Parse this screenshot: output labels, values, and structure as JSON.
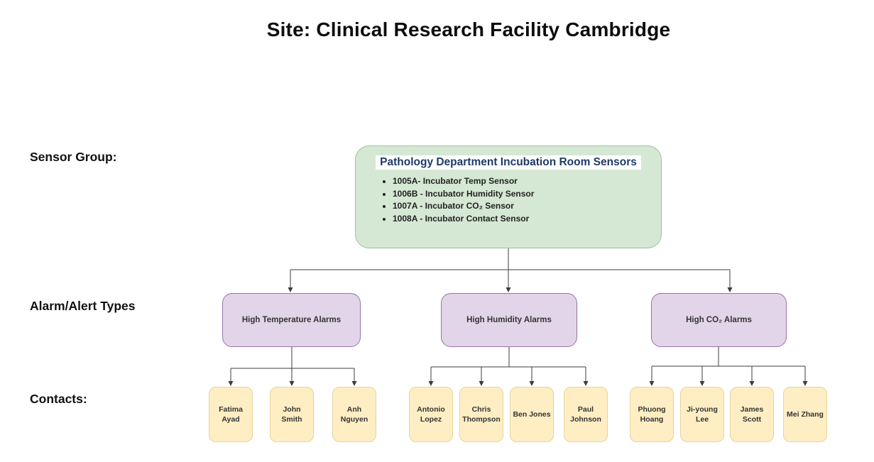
{
  "title": "Site: Clinical Research Facility Cambridge",
  "row_labels": {
    "sensor_group": "Sensor Group:",
    "alarm_types": "Alarm/Alert Types",
    "contacts": "Contacts:"
  },
  "sensor_group": {
    "heading": "Pathology Department Incubation Room Sensors",
    "sensors": [
      "1005A- Incubator Temp Sensor",
      "1006B - Incubator Humidity Sensor",
      "1007A - Incubator CO₂ Sensor",
      "1008A - Incubator Contact Sensor"
    ]
  },
  "alarm_groups": [
    {
      "label": "High Temperature Alarms",
      "contacts": [
        "Fatima Ayad",
        "John Smith",
        "Anh Nguyen"
      ]
    },
    {
      "label": "High Humidity Alarms",
      "contacts": [
        "Antonio Lopez",
        "Chris Thompson",
        "Ben Jones",
        "Paul Johnson"
      ]
    },
    {
      "label": "High CO₂ Alarms",
      "contacts": [
        "Phuong Hoang",
        "Ji-young Lee",
        "James Scott",
        "Mei Zhang"
      ]
    }
  ],
  "colors": {
    "green_fill": "#d5e8d4",
    "green_stroke": "#9ec39b",
    "purple_fill": "#e2d5e9",
    "purple_stroke": "#9673a6",
    "yellow_fill": "#ffeec3",
    "yellow_stroke": "#e6d49c",
    "heading_color": "#1f3a68",
    "line_color": "#3c3c3c"
  }
}
